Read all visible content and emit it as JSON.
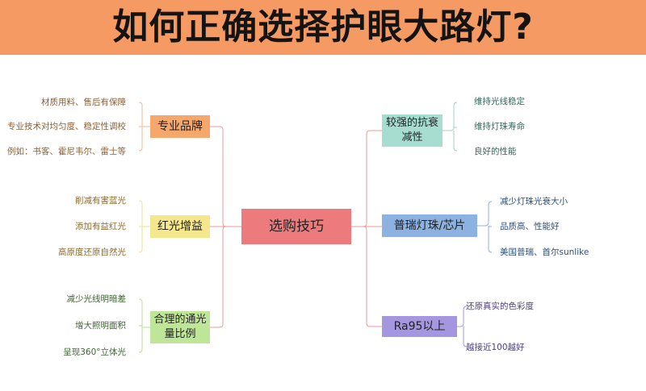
{
  "title": "如何正确选择护眼大路灯?",
  "center": "选购技巧",
  "branches": {
    "brand": {
      "label": "专业品牌",
      "leaves": [
        "材质用料、售后有保障",
        "专业技术对均匀度、稳定性调校",
        "例如：书客、霍尼韦尔、雷士等"
      ]
    },
    "red": {
      "label": "红光增益",
      "leaves": [
        "削减有害蓝光",
        "添加有益红光",
        "高原度还原自然光"
      ]
    },
    "ratio": {
      "label": "合理的通光量比例",
      "leaves": [
        "减少光线明暗差",
        "增大照明面积",
        "呈现360°立体光"
      ]
    },
    "decay": {
      "label": "较强的抗衰减性",
      "leaves": [
        "维持光线稳定",
        "维持灯珠寿命",
        "良好的性能"
      ]
    },
    "chip": {
      "label": "普瑞灯珠/芯片",
      "leaves": [
        "减少灯珠光衰大小",
        "品质高、性能好",
        "美国普瑞、首尔sunlike"
      ]
    },
    "ra": {
      "label": "Ra95以上",
      "leaves": [
        "还原真实的色彩度",
        "越接近100越好"
      ]
    }
  },
  "colors": {
    "banner": "#f59a63",
    "center": "#ed7a7d",
    "brand": "#f6a76c",
    "red": "#f4e78c",
    "ratio": "#bfe698",
    "decay": "#a7dcd0",
    "chip": "#8cb2e2",
    "ra": "#a596e0"
  }
}
